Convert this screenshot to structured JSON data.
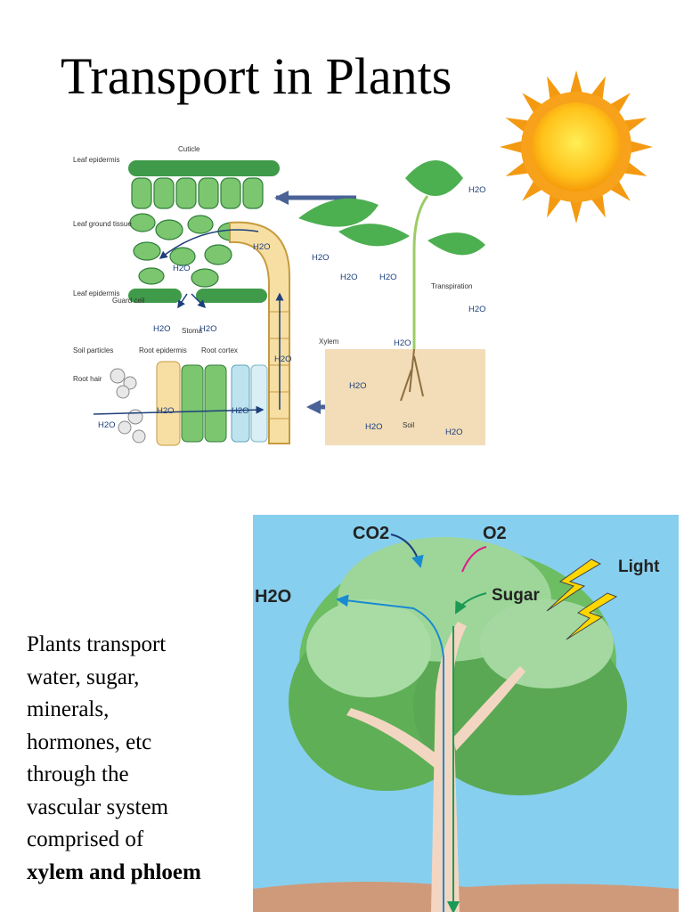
{
  "title": "Transport in Plants",
  "diagram_top": {
    "labels": {
      "cuticle": "Cuticle",
      "leaf_epidermis_top": "Leaf epidermis",
      "leaf_ground_tissue": "Leaf ground tissue",
      "leaf_epidermis_bottom": "Leaf epidermis",
      "guard_cell": "Guard cell",
      "stoma": "Stoma",
      "xylem": "Xylem",
      "soil_particles": "Soil particles",
      "root_epidermis": "Root epidermis",
      "root_cortex": "Root cortex",
      "root_hair": "Root hair",
      "transpiration": "Transpiration",
      "soil": "Soil",
      "water": "H2O"
    }
  },
  "diagram_tree": {
    "labels": {
      "co2": "CO2",
      "o2": "O2",
      "light": "Light",
      "sugar": "Sugar",
      "h2o": "H2O"
    }
  },
  "body_text": {
    "line1": "Plants transport",
    "line2": "water, sugar,",
    "line3": "minerals,",
    "line4": "hormones, etc",
    "line5": "through the",
    "line6": "vascular system",
    "line7": "comprised of",
    "line8_bold": "xylem and phloem"
  }
}
